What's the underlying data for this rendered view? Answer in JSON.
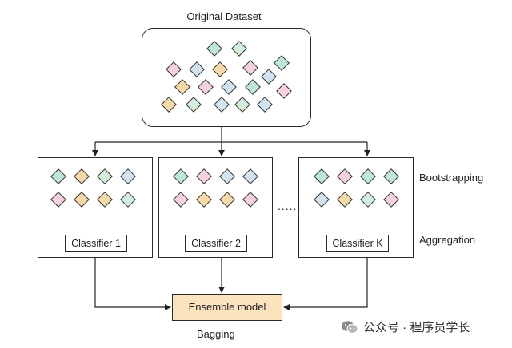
{
  "title": "Original Dataset",
  "classifiers": [
    {
      "label": "Classifier 1"
    },
    {
      "label": "Classifier 2"
    },
    {
      "label": "Classifier K"
    }
  ],
  "ellipsis": "......",
  "side_labels": {
    "bootstrapping": "Bootstrapping",
    "aggregation": "Aggregation"
  },
  "ensemble_label": "Ensemble model",
  "bagging_label": "Bagging",
  "watermark": "公众号 · 程序员学长",
  "colors": {
    "teal": "#bfe6dd",
    "pink": "#f6d3dc",
    "orange": "#f8d9a8",
    "blue": "#d3e3f1",
    "green": "#d5eedc",
    "ensemble_fill": "#fbe3bd"
  },
  "dataset_diamonds": [
    "teal",
    "green",
    "pink",
    "blue",
    "orange",
    "pink",
    "teal",
    "orange",
    "pink",
    "blue",
    "teal",
    "blue",
    "pink",
    "orange",
    "green",
    "blue",
    "green",
    "blue",
    "green",
    "pink",
    "orange"
  ],
  "classifier_diamonds": [
    [
      "teal",
      "orange",
      "green",
      "blue",
      "pink",
      "orange",
      "orange",
      "green"
    ],
    [
      "teal",
      "pink",
      "blue",
      "blue",
      "pink",
      "orange",
      "orange",
      "pink"
    ],
    [
      "teal",
      "pink",
      "teal",
      "teal",
      "blue",
      "orange",
      "green",
      "pink"
    ]
  ]
}
